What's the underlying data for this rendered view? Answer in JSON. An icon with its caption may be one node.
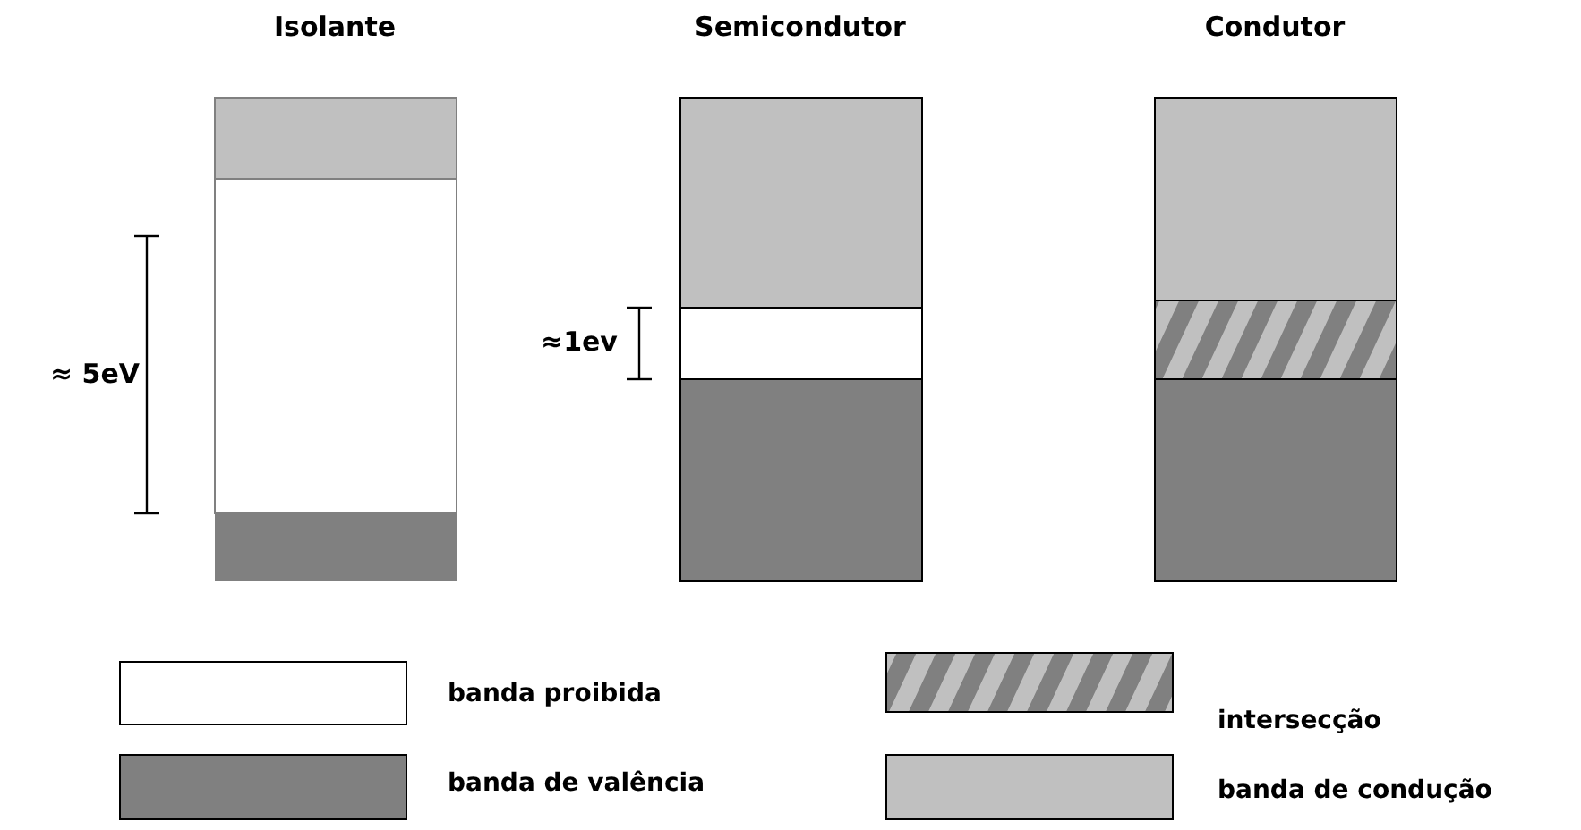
{
  "diagram": {
    "labels": [
      "Isolante",
      "Semicondutor",
      "Condutor",
      "≈ 5eV",
      "≈1ev"
    ],
    "legend": [
      {
        "text": "banda proibida",
        "color": "#ffffff"
      },
      {
        "text": "banda de valência",
        "color": "#808080"
      },
      {
        "text": "intersecção"
      },
      {
        "text": "banda de condução",
        "color": "#c0c0c0"
      }
    ]
  }
}
